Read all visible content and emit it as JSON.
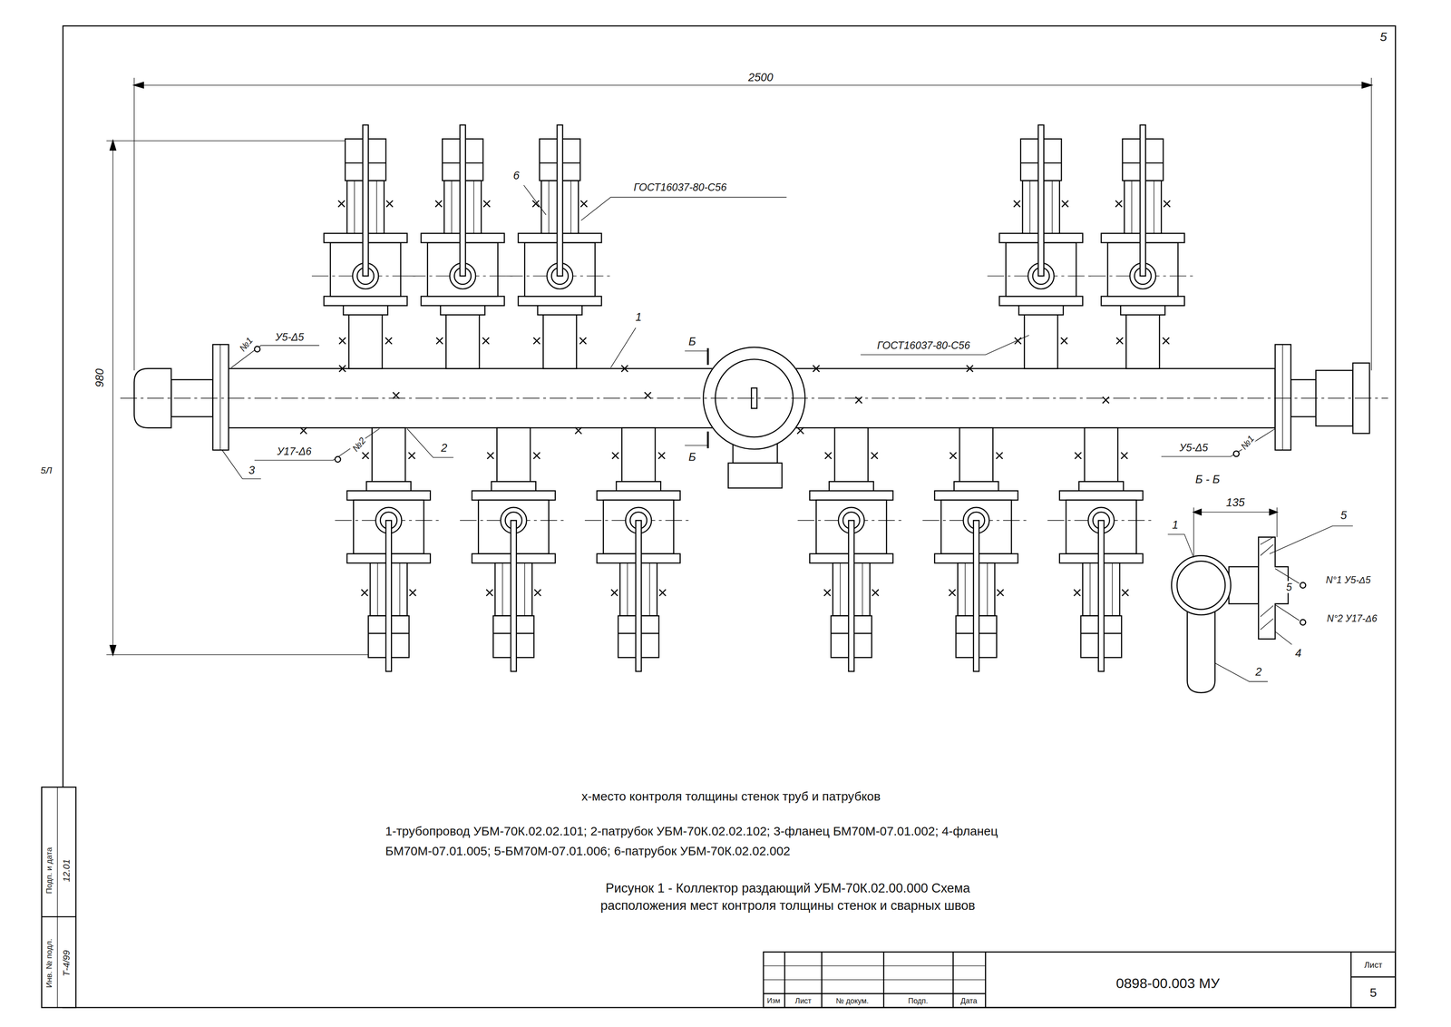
{
  "diagram": {
    "caption": "Рисунок 1 - Коллектор раздающий УБМ-70К.02.00.000 Схема расположения мест контроля толщины стенок и сварных швов",
    "labels": [
      "5",
      "2500",
      "980",
      "6",
      "ГОСТ16037-80-С56",
      "1",
      "Б",
      "ГОСТ16037-80-С56",
      "№1",
      "У5-Δ5",
      "Б",
      "№2",
      "2",
      "У17-Δ6",
      "3",
      "У5-Δ5",
      "№1",
      "Б - Б",
      "135",
      "1",
      "5",
      "5",
      "N°1 У5-Δ5",
      "N°2 У17-Δ6",
      "2",
      "4",
      "5Л",
      "х-место контроля толщины стенок труб и патрубков",
      "1-трубопровод УБМ-70К.02.02.101; 2-патрубок УБМ-70К.02.02.102; 3-фланец БМ70М-07.01.002; 4-фланец БМ70М-07.01.005; 5-БМ70М-07.01.006; 6-патрубок УБМ-70К.02.02.002",
      "Инв. № подл.",
      "Т-4/99",
      "Подп. и дата",
      "12.01",
      "Изм",
      "Лист",
      "№ докум.",
      "Подп.",
      "Дата",
      "0898-00.003 МУ",
      "Лист",
      "5"
    ]
  }
}
